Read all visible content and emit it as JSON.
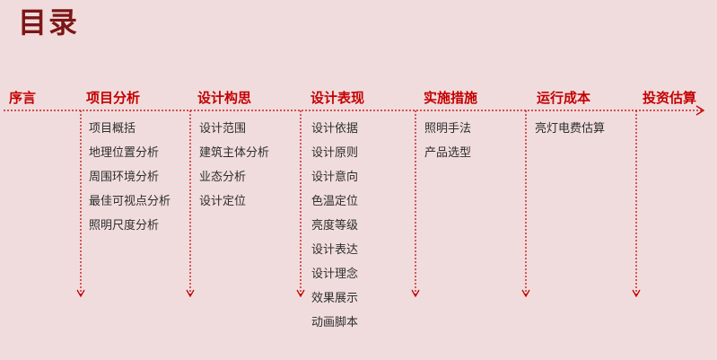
{
  "page": {
    "title": "目录"
  },
  "sections": [
    {
      "title": "序言",
      "items": []
    },
    {
      "title": "项目分析",
      "items": [
        "项目概括",
        "地理位置分析",
        "周围环境分析",
        "最佳可视点分析",
        "照明尺度分析"
      ]
    },
    {
      "title": "设计构思",
      "items": [
        "设计范围",
        "建筑主体分析",
        "业态分析",
        "设计定位"
      ]
    },
    {
      "title": "设计表现",
      "items": [
        "设计依据",
        "设计原则",
        "设计意向",
        "色温定位",
        "亮度等级",
        "设计表达",
        "设计理念",
        "效果展示",
        "动画脚本"
      ]
    },
    {
      "title": "实施措施",
      "items": [
        "照明手法",
        "产品选型"
      ]
    },
    {
      "title": "运行成本",
      "items": [
        "亮灯电费估算"
      ]
    },
    {
      "title": "投资估算",
      "items": []
    }
  ],
  "colors": {
    "background": "#f1dcdd",
    "title": "#7d1616",
    "section_title": "#c40000",
    "line": "#c40000",
    "item_text": "#2e2e2e"
  }
}
